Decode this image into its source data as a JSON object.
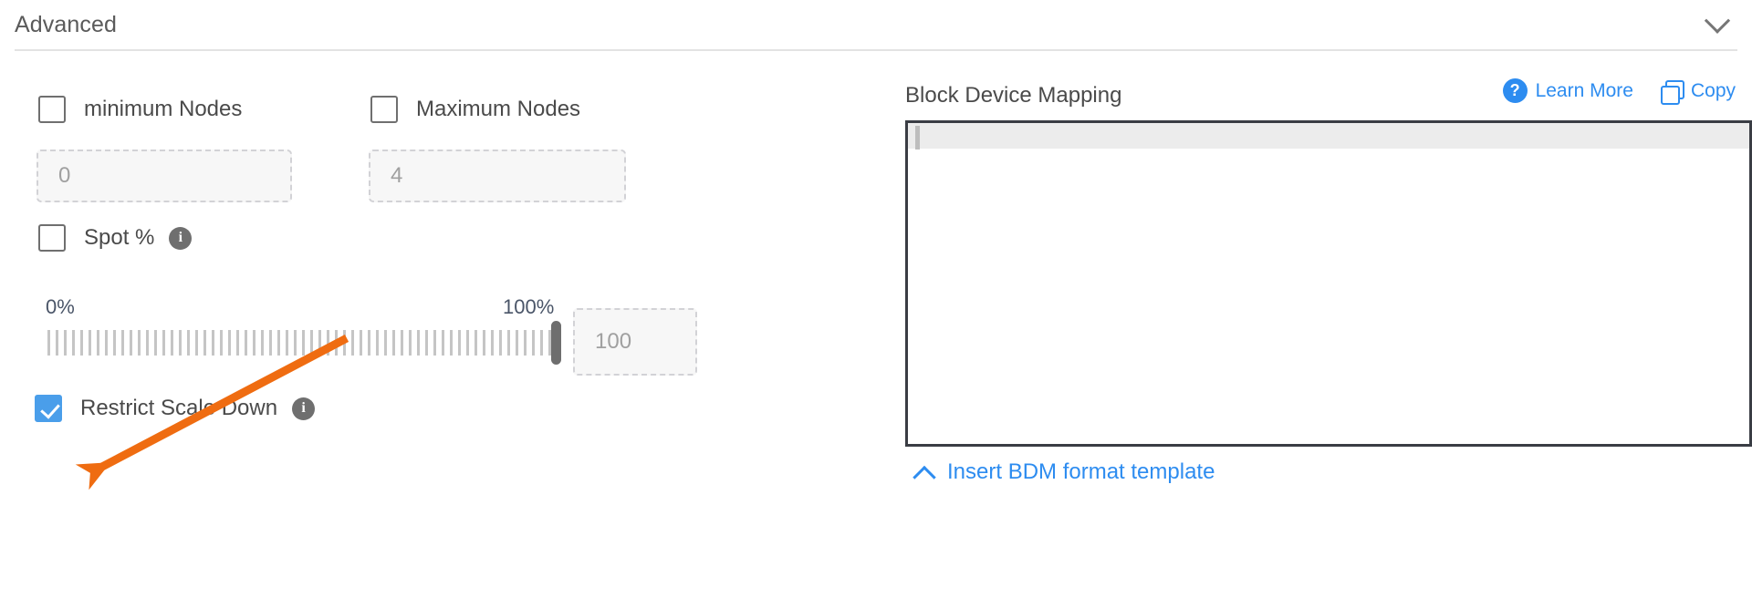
{
  "header": {
    "title": "Advanced",
    "collapse_icon": "chevron-down-icon"
  },
  "left": {
    "min_nodes": {
      "label": "minimum Nodes",
      "checked": false,
      "input_placeholder": "0"
    },
    "max_nodes": {
      "label": "Maximum Nodes",
      "checked": false,
      "input_placeholder": "4"
    },
    "spot": {
      "label": "Spot %",
      "checked": false,
      "info_icon": "info-icon"
    },
    "slider": {
      "min_label": "0%",
      "max_label": "100%",
      "value": 100,
      "value_input_placeholder": "100"
    },
    "restrict_scale_down": {
      "label": "Restrict Scale Down",
      "checked": true,
      "info_icon": "info-icon"
    }
  },
  "right": {
    "title": "Block Device Mapping",
    "learn_more": {
      "label": "Learn More",
      "icon": "question-circle-icon"
    },
    "copy": {
      "label": "Copy",
      "icon": "copy-icon"
    },
    "editor": {
      "content": ""
    },
    "insert_template": {
      "label": "Insert BDM format template",
      "icon": "chevron-up-icon"
    }
  },
  "colors": {
    "accent_blue": "#2d8cf0",
    "checkbox_blue": "#4a9eea",
    "annotation_orange": "#ef6c11",
    "text_gray": "#4a4a4a",
    "placeholder_gray": "#a0a0a0"
  }
}
